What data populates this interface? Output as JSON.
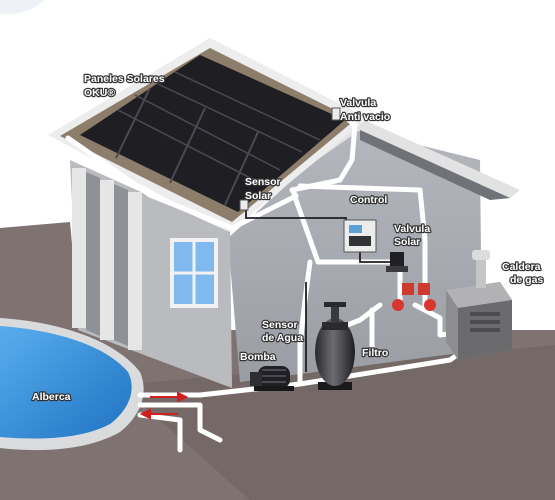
{
  "labels": {
    "paneles_line1": "Paneles Solares",
    "paneles_line2": "OKU®",
    "valvula_anti_line1": "Valvula",
    "valvula_anti_line2": "Anti vacio",
    "sensor_solar_line1": "Sensor",
    "sensor_solar_line2": "Solar",
    "control": "Control",
    "valvula_solar_line1": "Valvula",
    "valvula_solar_line2": "Solar",
    "caldera_line1": "Caldera",
    "caldera_line2": "de gas",
    "sensor_agua_line1": "Sensor",
    "sensor_agua_line2": "de Agua",
    "bomba": "Bomba",
    "filtro": "Filtro",
    "alberca": "Alberca"
  },
  "colors": {
    "ground": "#7e7370",
    "wall": "#a3a6ac",
    "roof": "#8c7e6a",
    "pool": "#3a8fd8",
    "panel": "#1f1f23",
    "pipe": "#ffffff",
    "flow_arrow": "#d11f1f"
  }
}
